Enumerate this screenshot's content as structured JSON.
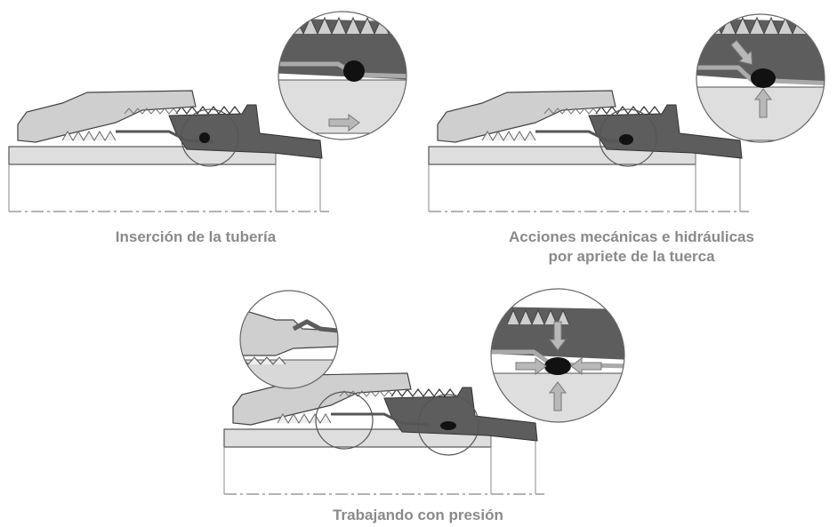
{
  "panels": [
    {
      "id": "panel-1",
      "caption": "Inserción de la tubería"
    },
    {
      "id": "panel-2",
      "caption_line1": "Acciones mecánicas e hidráulicas",
      "caption_line2": "por apriete de la tuerca"
    },
    {
      "id": "panel-3",
      "caption": "Trabajando con presión"
    }
  ],
  "colors": {
    "dark_body": "#5d5d5d",
    "light_body": "#cfcfcf",
    "pipe": "#dedede",
    "outline": "#555555",
    "seal": "#111111",
    "arrow": "#b0b0b0",
    "caption": "#8a8a8a"
  }
}
